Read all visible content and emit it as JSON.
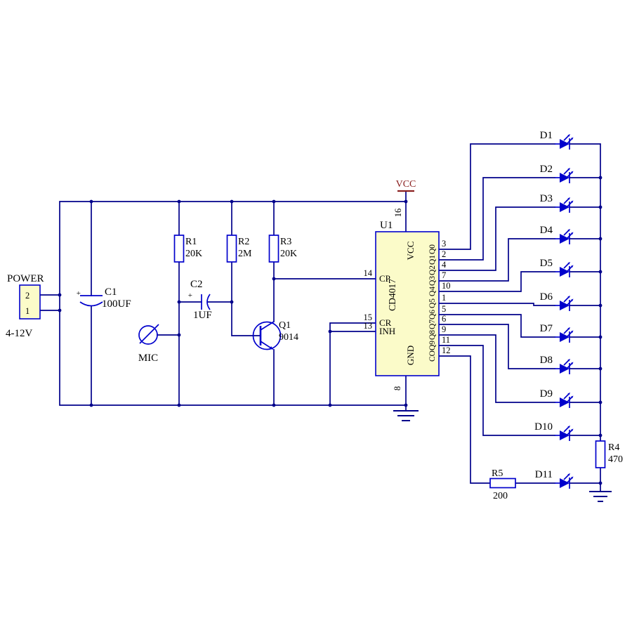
{
  "schematic": {
    "power": {
      "label": "POWER",
      "voltage": "4-12V",
      "pin_top": "2",
      "pin_bottom": "1"
    },
    "vcc_net": "VCC",
    "components": {
      "c1": {
        "ref": "C1",
        "value": "100UF",
        "plus": "+"
      },
      "c2": {
        "ref": "C2",
        "value": "1UF",
        "plus": "+"
      },
      "r1": {
        "ref": "R1",
        "value": "20K"
      },
      "r2": {
        "ref": "R2",
        "value": "2M"
      },
      "r3": {
        "ref": "R3",
        "value": "20K"
      },
      "r4": {
        "ref": "R4",
        "value": "470"
      },
      "r5": {
        "ref": "R5",
        "value": "200"
      },
      "q1": {
        "ref": "Q1",
        "value": "9014"
      },
      "mic": "MIC",
      "u1": {
        "ref": "U1",
        "part": "CD4017"
      }
    },
    "ic_pins": {
      "vcc": {
        "name": "VCC",
        "num": "16"
      },
      "cp": {
        "name": "CP",
        "num": "14"
      },
      "cr": {
        "name": "CR",
        "num": "15"
      },
      "inh": {
        "name": "INH",
        "num": "13"
      },
      "gnd": {
        "name": "GND",
        "num": "8"
      },
      "outputs": [
        {
          "name": "Q0",
          "num": "3"
        },
        {
          "name": "Q1",
          "num": "2"
        },
        {
          "name": "Q2",
          "num": "4"
        },
        {
          "name": "Q3",
          "num": "7"
        },
        {
          "name": "Q4",
          "num": "10"
        },
        {
          "name": "Q5",
          "num": "1"
        },
        {
          "name": "Q6",
          "num": "5"
        },
        {
          "name": "Q7",
          "num": "6"
        },
        {
          "name": "Q8",
          "num": "9"
        },
        {
          "name": "Q9",
          "num": "11"
        },
        {
          "name": "CO",
          "num": "12"
        }
      ]
    },
    "leds": [
      "D1",
      "D2",
      "D3",
      "D4",
      "D5",
      "D6",
      "D7",
      "D8",
      "D9",
      "D10",
      "D11"
    ],
    "colors": {
      "wire": "#00008B",
      "component": "#0000CC",
      "ic_fill": "#FBFBC9",
      "vcc_text": "#8B2020",
      "label_text": "#000000"
    }
  }
}
